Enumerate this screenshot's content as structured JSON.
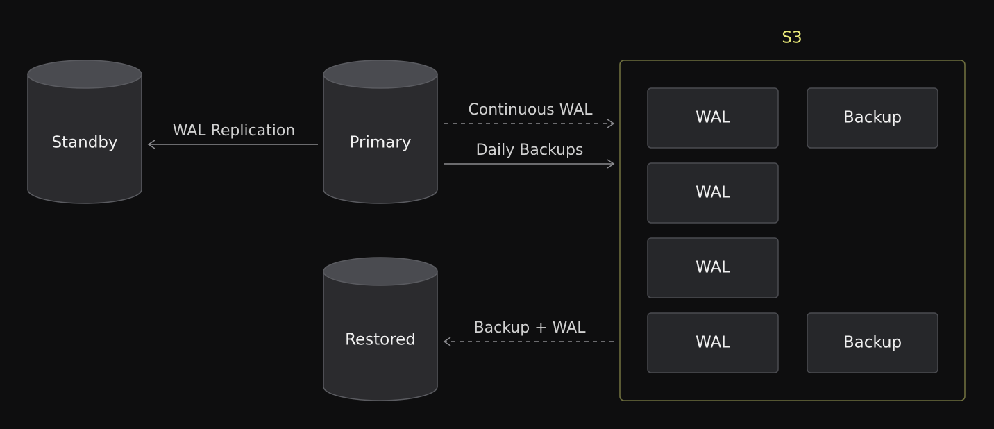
{
  "colors": {
    "background": "#0e0e0f",
    "cylinder_body": "#2b2b2e",
    "cylinder_top": "#4a4b50",
    "cylinder_stroke": "#5a5b60",
    "arrow": "#8a8a8e",
    "s3_border": "#6d6e3e",
    "s3_title": "#ecec7a",
    "box_fill": "#26272a",
    "box_stroke": "#4a4b50"
  },
  "databases": {
    "standby": {
      "label": "Standby"
    },
    "primary": {
      "label": "Primary"
    },
    "restored": {
      "label": "Restored"
    }
  },
  "edges": {
    "wal_replication": {
      "label": "WAL Replication",
      "style": "solid"
    },
    "continuous_wal": {
      "label": "Continuous WAL",
      "style": "dashed"
    },
    "daily_backups": {
      "label": "Daily Backups",
      "style": "solid"
    },
    "backup_plus_wal": {
      "label": "Backup + WAL",
      "style": "dashed"
    }
  },
  "s3": {
    "title": "S3",
    "items": [
      {
        "label": "WAL"
      },
      {
        "label": "Backup"
      },
      {
        "label": "WAL"
      },
      {
        "label": "WAL"
      },
      {
        "label": "WAL"
      },
      {
        "label": "Backup"
      }
    ]
  }
}
